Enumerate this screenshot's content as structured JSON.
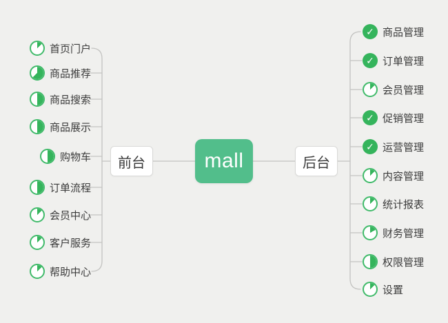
{
  "diagram": {
    "type": "mindmap",
    "root": {
      "label": "mall"
    },
    "left_branch": {
      "node_label": "前台",
      "items": [
        {
          "label": "首页门户",
          "icon": "progress",
          "progress": 12.5
        },
        {
          "label": "商品推荐",
          "icon": "progress",
          "progress": 62.5
        },
        {
          "label": "商品搜索",
          "icon": "progress",
          "progress": 50
        },
        {
          "label": "商品展示",
          "icon": "progress",
          "progress": 50
        },
        {
          "label": "购物车",
          "icon": "progress",
          "progress": 50
        },
        {
          "label": "订单流程",
          "icon": "progress",
          "progress": 50
        },
        {
          "label": "会员中心",
          "icon": "progress",
          "progress": 12.5
        },
        {
          "label": "客户服务",
          "icon": "progress",
          "progress": 12.5
        },
        {
          "label": "帮助中心",
          "icon": "progress",
          "progress": 12.5
        }
      ]
    },
    "right_branch": {
      "node_label": "后台",
      "items": [
        {
          "label": "商品管理",
          "icon": "check"
        },
        {
          "label": "订单管理",
          "icon": "check"
        },
        {
          "label": "会员管理",
          "icon": "progress",
          "progress": 12.5
        },
        {
          "label": "促销管理",
          "icon": "check"
        },
        {
          "label": "运营管理",
          "icon": "check"
        },
        {
          "label": "内容管理",
          "icon": "progress",
          "progress": 12.5
        },
        {
          "label": "统计报表",
          "icon": "progress",
          "progress": 12.5
        },
        {
          "label": "财务管理",
          "icon": "progress",
          "progress": 17
        },
        {
          "label": "权限管理",
          "icon": "progress",
          "progress": 50
        },
        {
          "label": "设置",
          "icon": "progress",
          "progress": 12.5
        }
      ]
    }
  },
  "colors": {
    "background": "#f0f0ee",
    "root_bg": "#52be8b",
    "root_text": "#ffffff",
    "icon_fill": "#35b45c",
    "icon_ring": "#3fba69",
    "line": "#c3c3c1",
    "node_border": "#d9d9d7",
    "text": "#3b3b3b"
  },
  "icons": {
    "check_glyph": "✓"
  }
}
